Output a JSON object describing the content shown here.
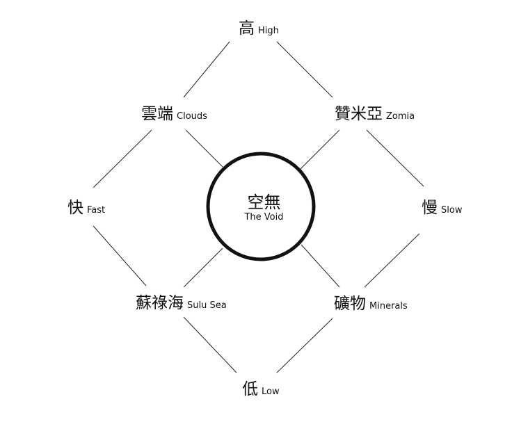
{
  "diagram": {
    "center": {
      "zh": "空無",
      "en": "The Void"
    },
    "nodes": {
      "high": {
        "zh": "高",
        "en": "High"
      },
      "clouds": {
        "zh": "雲端",
        "en": "Clouds"
      },
      "zomia": {
        "zh": "贊米亞",
        "en": "Zomia"
      },
      "fast": {
        "zh": "快",
        "en": "Fast"
      },
      "slow": {
        "zh": "慢",
        "en": "Slow"
      },
      "sulu_sea": {
        "zh": "蘇祿海",
        "en": "Sulu Sea"
      },
      "minerals": {
        "zh": "礦物",
        "en": "Minerals"
      },
      "low": {
        "zh": "低",
        "en": "Low"
      }
    },
    "colors": {
      "line": "#222222",
      "text": "#111111",
      "background": "#ffffff"
    }
  }
}
